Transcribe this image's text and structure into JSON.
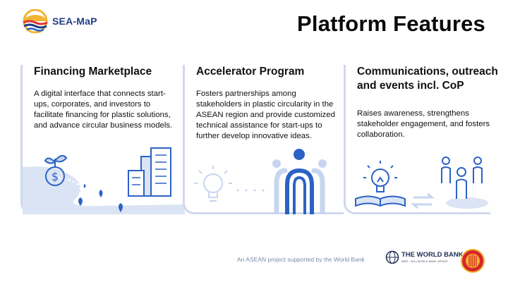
{
  "brand": {
    "name": "SEA-MaP"
  },
  "page": {
    "title": "Platform Features"
  },
  "features": [
    {
      "title": "Financing Marketplace",
      "description": "A digital interface that connects start-ups, corporates, and investors to facilitate financing for plastic solutions, and advance circular business models.",
      "illustration_icons": [
        "dollar-plant-icon",
        "winding-road-icon",
        "map-pin-icon",
        "building-icon"
      ]
    },
    {
      "title": "Accelerator Program",
      "description": "Fosters partnerships among stakeholders in plastic circularity in the ASEAN region and provide customized technical assistance for start-ups to further develop innovative ideas.",
      "illustration_icons": [
        "lightbulb-icon",
        "dotted-line-icon",
        "group-people-icon"
      ]
    },
    {
      "title": "Communications, outreach and events incl. CoP",
      "description": "Raises awareness, strengthens stakeholder engagement, and fosters collaboration.",
      "illustration_icons": [
        "book-lightbulb-icon",
        "exchange-arrows-icon",
        "people-network-icon"
      ]
    }
  ],
  "footer": {
    "tagline": "An ASEAN project supported by the World Bank",
    "world_bank_name": "THE WORLD BANK",
    "world_bank_sub": "IBRD · IDA | WORLD BANK GROUP"
  },
  "colors": {
    "accent_blue": "#2b62c4",
    "light_blue": "#c7d5ef",
    "card_border": "#d0d9ea",
    "logo_yellow": "#f3b431",
    "logo_red": "#e2352f",
    "asean_red": "#d6262c",
    "footer_text": "#7a8aa8"
  }
}
